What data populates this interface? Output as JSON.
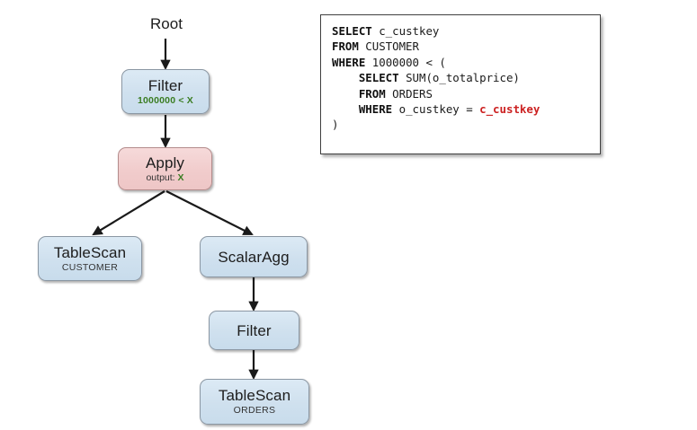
{
  "diagram": {
    "title_label": "Root",
    "nodes": [
      {
        "id": "filter_top",
        "title": "Filter",
        "subtitle": "1000000 < X",
        "subtitle_style": "expr",
        "color": "#cfe0ee",
        "kind": "blue"
      },
      {
        "id": "apply",
        "title": "Apply",
        "subtitle": "output: ",
        "subtitle_token": "X",
        "subtitle_style": "kv",
        "color": "#f1cccc",
        "kind": "pink"
      },
      {
        "id": "scan_cust",
        "title": "TableScan",
        "subtitle": "CUSTOMER",
        "subtitle_style": "caps",
        "color": "#cfe0ee",
        "kind": "blue"
      },
      {
        "id": "scalaragg",
        "title": "ScalarAgg",
        "subtitle": "",
        "subtitle_style": "none",
        "color": "#cfe0ee",
        "kind": "blue"
      },
      {
        "id": "filter_low",
        "title": "Filter",
        "subtitle": "",
        "subtitle_style": "none",
        "color": "#cfe0ee",
        "kind": "blue"
      },
      {
        "id": "scan_orders",
        "title": "TableScan",
        "subtitle": "ORDERS",
        "subtitle_style": "caps",
        "color": "#cfe0ee",
        "kind": "blue"
      }
    ],
    "edges": [
      {
        "from": "root",
        "to": "filter_top"
      },
      {
        "from": "filter_top",
        "to": "apply"
      },
      {
        "from": "apply",
        "to": "scan_cust"
      },
      {
        "from": "apply",
        "to": "scalaragg"
      },
      {
        "from": "scalaragg",
        "to": "filter_low"
      },
      {
        "from": "filter_low",
        "to": "scan_orders"
      }
    ],
    "colors": {
      "node_blue": "#cfe0ee",
      "node_pink": "#f1cccc",
      "node_border": "#8b97a3",
      "edge": "#1a1a1a",
      "expr_green": "#3a7d22",
      "sql_red": "#cc2222"
    }
  },
  "sql": {
    "lines": [
      {
        "indent": 0,
        "tokens": [
          {
            "t": "SELECT",
            "s": "kw"
          },
          {
            "t": " c_custkey",
            "s": "plain"
          }
        ]
      },
      {
        "indent": 0,
        "tokens": [
          {
            "t": "FROM",
            "s": "kw"
          },
          {
            "t": " CUSTOMER",
            "s": "plain"
          }
        ]
      },
      {
        "indent": 0,
        "tokens": [
          {
            "t": "WHERE",
            "s": "kw"
          },
          {
            "t": " 1000000 < (",
            "s": "plain"
          }
        ]
      },
      {
        "indent": 1,
        "tokens": [
          {
            "t": "SELECT",
            "s": "kw"
          },
          {
            "t": " SUM(o_totalprice)",
            "s": "plain"
          }
        ]
      },
      {
        "indent": 1,
        "tokens": [
          {
            "t": "FROM",
            "s": "kw"
          },
          {
            "t": " ORDERS",
            "s": "plain"
          }
        ]
      },
      {
        "indent": 1,
        "tokens": [
          {
            "t": "WHERE",
            "s": "kw"
          },
          {
            "t": " o_custkey = ",
            "s": "plain"
          },
          {
            "t": "c_custkey",
            "s": "red"
          }
        ]
      },
      {
        "indent": 0,
        "tokens": [
          {
            "t": ")",
            "s": "plain"
          }
        ]
      }
    ],
    "plain_text": "SELECT c_custkey\nFROM CUSTOMER\nWHERE 1000000 < (\n    SELECT SUM(o_totalprice)\n    FROM ORDERS\n    WHERE o_custkey = c_custkey\n)"
  }
}
